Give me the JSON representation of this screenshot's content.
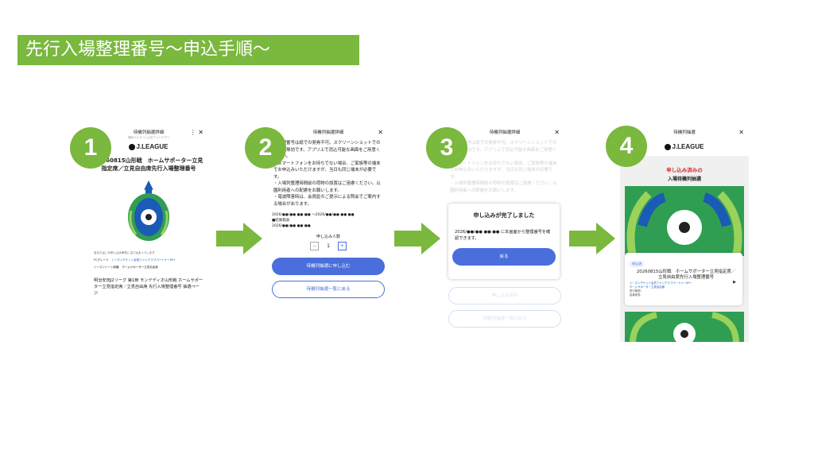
{
  "banner": {
    "title": "先行入場整理番号〜申込手順〜"
  },
  "colors": {
    "accent_green": "#7ab83e",
    "button_blue": "#4a6fdc",
    "club_green": "#2f9e53"
  },
  "steps": [
    {
      "number": "1",
      "header": "待機列抽選詳細",
      "subheader": "湘南ベルマーレ公式ファンアプリ",
      "logo": "J.LEAGUE",
      "title": "20260815山形戦　ホームサポーター立見指定席／立見自由席先行入場整理番号",
      "note": "あなたはこの申し込み条件に当てはまっています",
      "tier_label": "FCグレード",
      "tier_value": "シーズンチケット会員ファンクラブパートナーSP+",
      "season_label": "シーズンシート席種",
      "season_value": "ホームサポーター立見自由席",
      "description": "明治安田J2リーグ 第1節 モンテディオ山形戦 ホームサポーター立見指定席／立見自由席 先行入場整理番号 抽選ページ"
    },
    {
      "number": "2",
      "header": "待機列抽選詳細",
      "body_lines": [
        "・整理番号は紙での発券不可。スクリーンショットでの整列は無効です。アプリ上で消込可能な画面をご用意ください。",
        "・スマートフォンをお持ちでない場合、ご家族等の端末でお申込みいただけますが、当日も同じ端末が必要です。",
        "・入場列整理時間前の荷物の設置はご遠慮ください。公園利用者への配慮をお願いします。",
        "・電波障害時は、会員証のご提示による照会でご案内する場合があります。"
      ],
      "period": "2026/●●/●● ●●:●● 〜2026/●●/●● ●●:●●",
      "result_label": "■結果発表",
      "result_date": "2026/●●/●● ●●:●●",
      "qty_label": "申し込み人数",
      "qty_minus": "−",
      "qty_value": "1",
      "qty_plus": "+",
      "apply_button": "待機列抽選に申し込む",
      "back_button": "待機列抽選一覧に戻る"
    },
    {
      "number": "3",
      "header": "待機列抽選詳細",
      "modal_title": "申し込みが完了しました",
      "modal_body": "2026/●●/●● ●●:●● に本画面から整理番号を確認できます。",
      "modal_button": "戻る",
      "bg_button_1": "申し込み済み",
      "bg_button_2": "待機列抽選一覧に戻る"
    },
    {
      "number": "4",
      "header": "待機列抽選",
      "logo": "J.LEAGUE",
      "heading_red": "申し込み済みの",
      "heading": "入場待機列抽選",
      "badge": "申込済",
      "card_title": "20260815山形戦　ホームサポーター立見指定席／立見自由席先行入場整理番号",
      "card_tier": "シーズンチケット会員ファンクラブパートナーSP+",
      "card_seat": "ホームサポーター立見自由席",
      "card_row1": "受付期間：",
      "card_row2": "結果発表："
    }
  ]
}
